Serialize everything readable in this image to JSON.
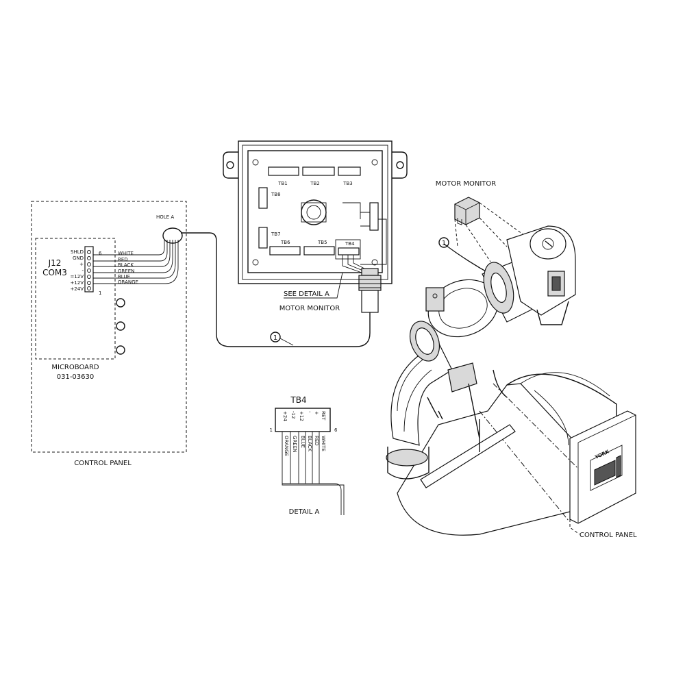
{
  "control_panel_left": {
    "title": "CONTROL PANEL",
    "hole_label": "HOLE A",
    "connector": {
      "name": "J12",
      "port": "COM3"
    },
    "pins": [
      "SHLD",
      "GND",
      "+",
      "-",
      "=12V",
      "+12V",
      "+24V"
    ],
    "pin_top_number": "6",
    "pin_bottom_number": "1",
    "wires": [
      "WHITE",
      "RED",
      "BLACK",
      "GREEN",
      "BLUE",
      "ORANGE"
    ],
    "board": {
      "name": "MICROBOARD",
      "part": "031-03630"
    }
  },
  "motor_monitor_panel": {
    "title": "MOTOR MONITOR",
    "see_detail": "SEE DETAIL A",
    "terminals": [
      "TB1",
      "TB2",
      "TB3",
      "TB4",
      "TB5",
      "TB6",
      "TB7",
      "TB8"
    ],
    "cable_callout": "1"
  },
  "detail_a": {
    "title": "DETAIL A",
    "block": "TB4",
    "pins": [
      "+24",
      "-12",
      "+12",
      "-",
      "+",
      "RET"
    ],
    "pin_first": "1",
    "pin_last": "6",
    "wires": [
      "ORANGE",
      "GREEN",
      "BLUE",
      "BLACK",
      "RED",
      "WHITE"
    ]
  },
  "chiller": {
    "motor_monitor_label": "MOTOR MONITOR",
    "control_panel_label": "CONTROL PANEL",
    "cable_callout": "1",
    "brand": "YORK"
  }
}
